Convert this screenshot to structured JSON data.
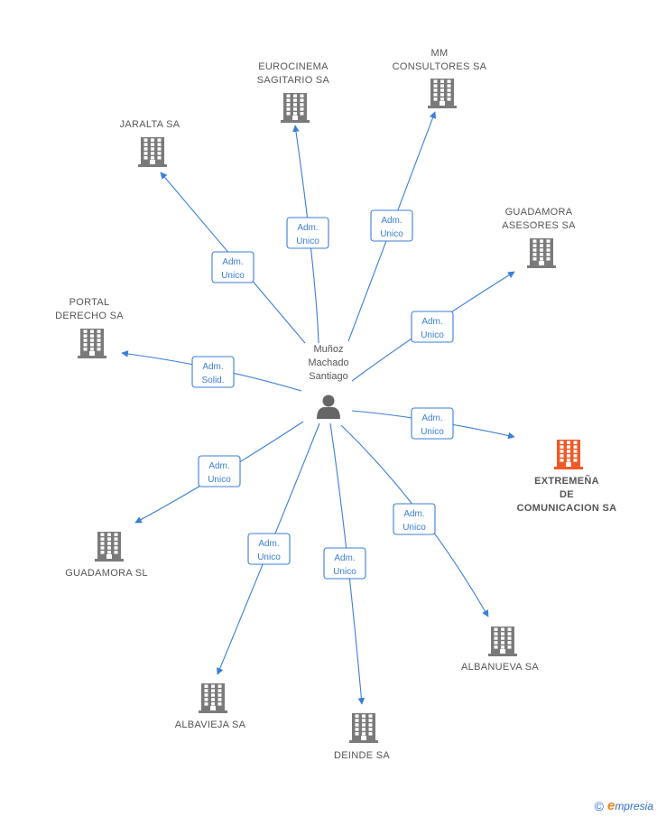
{
  "center": {
    "name_lines": [
      "Muñoz",
      "Machado",
      "Santiago"
    ],
    "icon": "person-icon"
  },
  "companies": [
    {
      "id": "eurocinema",
      "name_lines": [
        "EUROCINEMA",
        "SAGITARIO SA"
      ],
      "icon": "building-icon",
      "highlight": false
    },
    {
      "id": "mm",
      "name_lines": [
        "MM",
        "CONSULTORES SA"
      ],
      "icon": "building-icon",
      "highlight": false
    },
    {
      "id": "jaralta",
      "name_lines": [
        "JARALTA SA"
      ],
      "icon": "building-icon",
      "highlight": false
    },
    {
      "id": "guadamora-asesores",
      "name_lines": [
        "GUADAMORA",
        "ASESORES SA"
      ],
      "icon": "building-icon",
      "highlight": false
    },
    {
      "id": "portal",
      "name_lines": [
        "PORTAL",
        "DERECHO SA"
      ],
      "icon": "building-icon",
      "highlight": false
    },
    {
      "id": "extremena",
      "name_lines": [
        "EXTREMEÑA",
        "DE",
        "COMUNICACION SA"
      ],
      "icon": "building-icon",
      "highlight": true
    },
    {
      "id": "guadamora-sl",
      "name_lines": [
        "GUADAMORA SL"
      ],
      "icon": "building-icon",
      "highlight": false
    },
    {
      "id": "albanueva",
      "name_lines": [
        "ALBANUEVA SA"
      ],
      "icon": "building-icon",
      "highlight": false
    },
    {
      "id": "albavieja",
      "name_lines": [
        "ALBAVIEJA SA"
      ],
      "icon": "building-icon",
      "highlight": false
    },
    {
      "id": "deinde",
      "name_lines": [
        "DEINDE SA"
      ],
      "icon": "building-icon",
      "highlight": false
    }
  ],
  "relations": [
    {
      "target": "eurocinema",
      "role_lines": [
        "Adm.",
        "Unico"
      ]
    },
    {
      "target": "mm",
      "role_lines": [
        "Adm.",
        "Unico"
      ]
    },
    {
      "target": "jaralta",
      "role_lines": [
        "Adm.",
        "Unico"
      ]
    },
    {
      "target": "guadamora-asesores",
      "role_lines": [
        "Adm.",
        "Unico"
      ]
    },
    {
      "target": "portal",
      "role_lines": [
        "Adm.",
        "Solid."
      ]
    },
    {
      "target": "extremena",
      "role_lines": [
        "Adm.",
        "Unico"
      ]
    },
    {
      "target": "guadamora-sl",
      "role_lines": [
        "Adm.",
        "Unico"
      ]
    },
    {
      "target": "albanueva",
      "role_lines": [
        "Adm.",
        "Unico"
      ]
    },
    {
      "target": "albavieja",
      "role_lines": [
        "Adm.",
        "Unico"
      ]
    },
    {
      "target": "deinde",
      "role_lines": [
        "Adm.",
        "Unico"
      ]
    }
  ],
  "colors": {
    "edge": "#3a7fd6",
    "building": "#7a7a7a",
    "building_highlight": "#f05a28",
    "person": "#666666"
  },
  "watermark": {
    "copyright": "©",
    "brand_initial": "e",
    "brand_rest": "mpresia"
  }
}
